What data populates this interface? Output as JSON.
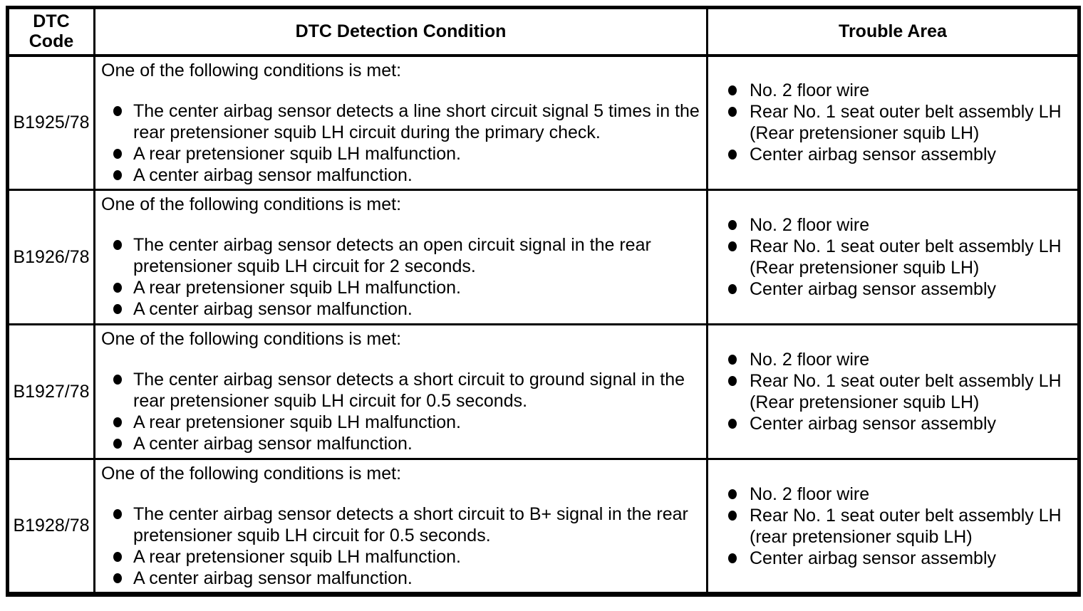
{
  "page": {
    "background": "#ffffff",
    "text_color": "#000000",
    "border_color": "#000000"
  },
  "table": {
    "headers": {
      "code": "DTC Code",
      "condition": "DTC Detection Condition",
      "trouble": "Trouble Area"
    },
    "rows": [
      {
        "code": "B1925/78",
        "intro": "One of the following conditions is met:",
        "conditions": [
          "The center airbag sensor detects a line short circuit signal 5 times in the rear pretensioner squib LH circuit during the primary check.",
          "A rear pretensioner squib LH malfunction.",
          "A center airbag sensor malfunction."
        ],
        "trouble_areas": [
          "No. 2 floor wire",
          "Rear No. 1 seat outer belt assembly LH (Rear pretensioner squib LH)",
          "Center airbag sensor assembly"
        ]
      },
      {
        "code": "B1926/78",
        "intro": "One of the following conditions is met:",
        "conditions": [
          "The center airbag sensor detects an open circuit signal in the rear pretensioner squib LH circuit for 2 seconds.",
          "A rear pretensioner squib LH malfunction.",
          "A center airbag sensor malfunction."
        ],
        "trouble_areas": [
          "No. 2 floor wire",
          "Rear No. 1 seat outer belt assembly LH (Rear pretensioner squib LH)",
          "Center airbag sensor assembly"
        ]
      },
      {
        "code": "B1927/78",
        "intro": "One of the following conditions is met:",
        "conditions": [
          "The center airbag sensor detects a short circuit to ground signal in the rear pretensioner squib LH circuit for 0.5 seconds.",
          "A rear pretensioner squib LH malfunction.",
          "A center airbag sensor malfunction."
        ],
        "trouble_areas": [
          "No. 2 floor wire",
          "Rear No. 1 seat outer belt assembly LH (Rear pretensioner squib LH)",
          "Center airbag sensor assembly"
        ]
      },
      {
        "code": "B1928/78",
        "intro": "One of the following conditions is met:",
        "conditions": [
          "The center airbag sensor detects a short circuit to B+ signal in the rear pretensioner squib LH circuit for 0.5 seconds.",
          "A rear pretensioner squib LH malfunction.",
          "A center airbag sensor malfunction."
        ],
        "trouble_areas": [
          "No. 2 floor wire",
          "Rear No. 1 seat outer belt assembly LH (rear pretensioner squib LH)",
          "Center airbag sensor assembly"
        ]
      }
    ]
  }
}
